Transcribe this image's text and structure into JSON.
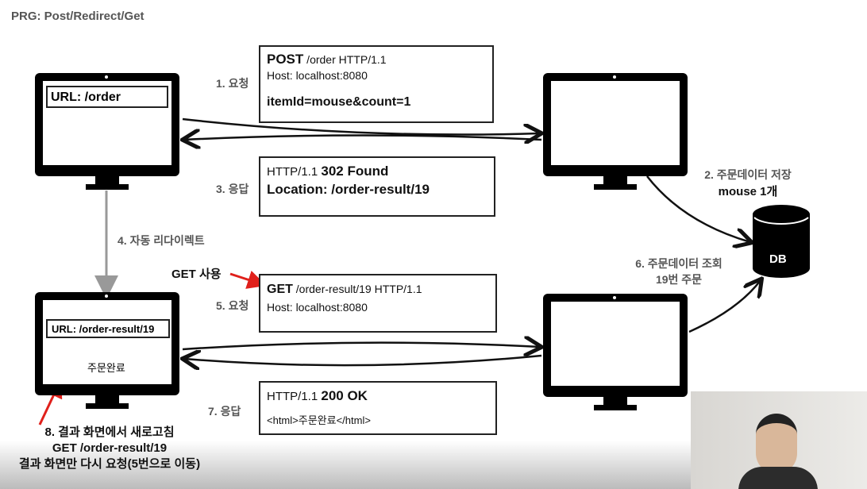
{
  "title": "PRG: Post/Redirect/Get",
  "steps": {
    "s1": "1. 요청",
    "s2a": "2. 주문데이터 저장",
    "s2b": "mouse 1개",
    "s3": "3. 응답",
    "s4": "4. 자동 리다이렉트",
    "s5": "5. 요청",
    "s6a": "6. 주문데이터 조회",
    "s6b": "19번 주문",
    "s7": "7. 응답",
    "s8a": "8. 결과 화면에서 새로고침",
    "s8b": "GET /order-result/19",
    "s8c": "결과 화면만 다시 요청(5번으로 이동)",
    "get_use": "GET 사용"
  },
  "client_top": {
    "url": "URL: /order"
  },
  "client_bottom": {
    "url": "URL: /order-result/19",
    "content": "주문완료"
  },
  "db": "DB",
  "req1": {
    "method": "POST",
    "line": " /order HTTP/1.1",
    "host": "Host: localhost:8080",
    "body": "itemId=mouse&count=1"
  },
  "res1": {
    "line_a": "HTTP/1.1 ",
    "status": "302 Found",
    "location": "Location: /order-result/19"
  },
  "req2": {
    "method": "GET",
    "line": " /order-result/19 HTTP/1.1",
    "host": "Host: localhost:8080"
  },
  "res2": {
    "line_a": "HTTP/1.1 ",
    "status": "200 OK",
    "body": "<html>주문완료</html>"
  },
  "colors": {
    "accent": "#e0201b"
  }
}
